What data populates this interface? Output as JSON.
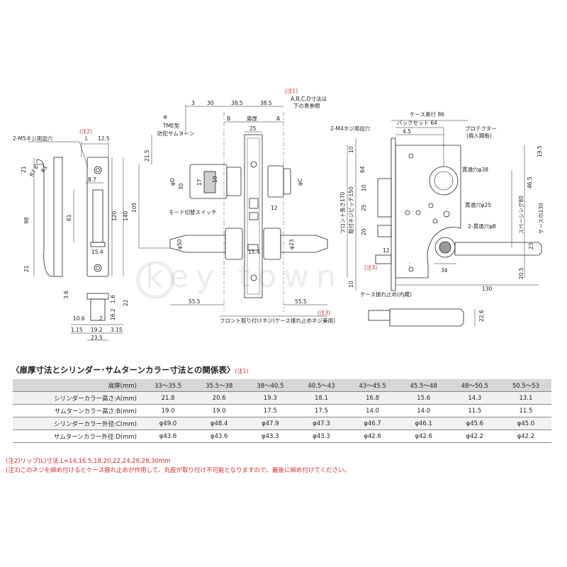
{
  "watermark": "key town",
  "left_view": {
    "labels": {
      "screw": "2-M5ネジ用皿穴",
      "note2": "(注2)",
      "lip": "L",
      "d12_5": "12.5",
      "d21_top": "21",
      "r8": "R7.6",
      "r1": "R1",
      "d8_7": "8.7",
      "d98": "98",
      "d61": "61",
      "d120": "120",
      "d140": "140",
      "d15_4": "15.4",
      "d21_bot": "21",
      "d3_6": "3.6",
      "d1_6": "1.6",
      "d16_2": "16.2",
      "d22": "22",
      "d10_6": "10.6",
      "d2": "2",
      "d1_15": "1.15",
      "d19_2": "19.2",
      "d3_15": "3.15",
      "d23_5": "23.5"
    }
  },
  "center_view": {
    "labels": {
      "d3": "3",
      "d30": "30",
      "d38_5a": "38.5",
      "d38_5b": "38.5",
      "b": "B",
      "thick": "扉厚",
      "a": "A",
      "d25": "25",
      "tme1": "TME型",
      "tme2": "防犯サムターン",
      "star": "※",
      "phi_d": "φD",
      "phi_c": "φC",
      "d30_v": "30",
      "d17": "17",
      "d10": "10",
      "d21_5": "21.5",
      "d105": "105",
      "switch": "モード切替スイッチ",
      "d12": "12",
      "phi50": "φ50",
      "phi23": "φ23",
      "d15_4": "15.4",
      "d55_5a": "55.5",
      "d55_5b": "55.5",
      "front_screw": "フロント取り付けネジ(ケース振れ止めネジ兼用)",
      "note3": "(注3)",
      "note1": "(注1)",
      "note1_text1": "A,B,C,D寸法は",
      "note1_text2": "下の表参照"
    }
  },
  "right_view": {
    "labels": {
      "depth": "ケース奥行 86",
      "backset": "バックセット 64",
      "screw": "2-M4ネジ用皿穴",
      "d4_5": "4.5",
      "protector1": "プロテクター",
      "protector2": "(焼入鋼板)",
      "d10": "10",
      "d19_5": "19.5",
      "hole38": "貫通穴φ38",
      "d46_5": "46.5",
      "d64": "64",
      "front_len": "フロント長さ170",
      "pitch": "取付ネジピッチ150",
      "hole25": "貫通穴φ25",
      "spacing": "スペーシング80",
      "width": "ケース巾130",
      "d10b": "10",
      "d25": "25",
      "d20": "20",
      "hole8": "2-貫通穴φ8",
      "d12": "12",
      "d23": "23",
      "d34": "34",
      "d20_5": "20.5",
      "d10c": "10",
      "note3": "(注3)",
      "d130": "130",
      "stopper": "ケース振れ止め(内蔵)",
      "d22_6": "22.6"
    }
  },
  "table": {
    "title": "〈扉厚寸法とシリンダー･サムターンカラー寸法との関係表〉",
    "title_note": "(注1)",
    "headers": [
      "扉厚(mm)",
      "33～35.5",
      "35.5～38",
      "38～40.5",
      "40.5～43",
      "43～45.5",
      "45.5～48",
      "48～50.5",
      "50.5～53"
    ],
    "rows": [
      [
        "シリンダーカラー高さ:A(mm)",
        "21.8",
        "20.6",
        "19.3",
        "18.1",
        "16.8",
        "15.6",
        "14.3",
        "13.1"
      ],
      [
        "サムターンカラー高さ:B(mm)",
        "19.0",
        "19.0",
        "17.5",
        "17.5",
        "14.0",
        "14.0",
        "11.5",
        "11.5"
      ],
      [
        "シリンダーカラー外径:C(mm)",
        "φ49.0",
        "φ48.4",
        "φ47.9",
        "φ47.3",
        "φ46.7",
        "φ46.1",
        "φ45.6",
        "φ45.0"
      ],
      [
        "サムターンカラー外径:D(mm)",
        "φ43.6",
        "φ43.6",
        "φ43.3",
        "φ43.3",
        "φ42.6",
        "φ42.6",
        "φ42.2",
        "φ42.2"
      ]
    ]
  },
  "notes": [
    "(注2)リップ(L)寸法 L=14,16.5,18,20,22,24,26,28,30mm",
    "(注3)このネジを締め付けるとケース振れ止めが作用して、丸座が取り付け不可能となりますので、最後に締め付けてください。"
  ],
  "colors": {
    "accent_note": "#d62a2a",
    "line": "#222222",
    "header_bg": "#d6d6d6"
  }
}
